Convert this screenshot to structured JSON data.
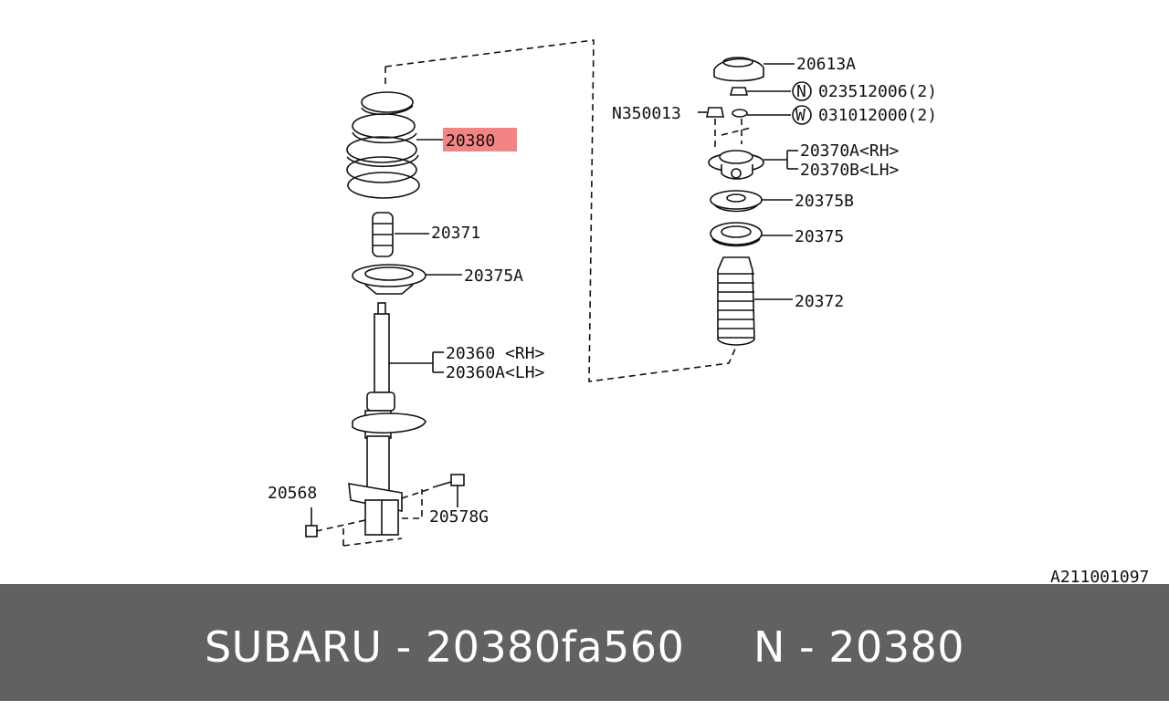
{
  "diagram": {
    "labels": {
      "spring": "20380",
      "bump_stop": "20371",
      "lower_seat": "20375A",
      "strut_rh": "20360 <RH>",
      "strut_lh": "20360A<LH>",
      "bolt_left": "20568",
      "bolt_right": "20578G",
      "cap": "20613A",
      "nut_code": "023512006(2)",
      "nut_letter": "N",
      "washer_code": "031012000(2)",
      "washer_letter": "W",
      "side_nut": "N350013",
      "mount_rh": "20370A<RH>",
      "mount_lh": "20370B<LH>",
      "upper_seat": "20375B",
      "bearing": "20375",
      "boot": "20372",
      "ref_code": "A211001097"
    },
    "highlight_color": "#f48484"
  },
  "footer": {
    "text": "SUBARU - 20380fa560     N - 20380"
  }
}
